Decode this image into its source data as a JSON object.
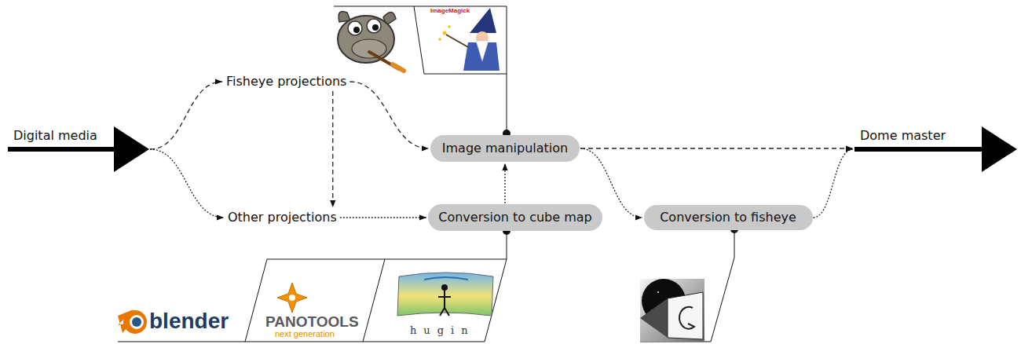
{
  "diagram": {
    "nodes": [
      {
        "text": [
          "Digital media"
        ]
      },
      {
        "text": [
          "Fisheye projections"
        ]
      },
      {
        "text": [
          "Image manipulation"
        ]
      },
      {
        "text": [
          "Other projections"
        ]
      },
      {
        "text": [
          "Conversion to cube map"
        ]
      },
      {
        "text": [
          "Conversion to fisheye"
        ]
      },
      {
        "text": [
          "Dome master"
        ]
      }
    ],
    "edges": [
      {
        "from": 0,
        "to": 1,
        "arrow": "to"
      },
      {
        "from": 0,
        "to": 3,
        "arrow": "to"
      },
      {
        "from": 1,
        "to": 2,
        "arrow": "to"
      },
      {
        "from": 1,
        "to": 3,
        "arrow": "to"
      },
      {
        "from": 3,
        "to": 4,
        "arrow": "to"
      },
      {
        "from": 4,
        "to": 2,
        "arrow": "to"
      },
      {
        "from": 2,
        "to": 6,
        "arrow": "to"
      },
      {
        "from": 2,
        "to": 5,
        "arrow": "to"
      },
      {
        "from": 5,
        "to": 6,
        "arrow": "to"
      }
    ],
    "labels": [
      "ImageMagick",
      "blender",
      "PANOTOOLS",
      "next generation",
      "hugin"
    ]
  }
}
